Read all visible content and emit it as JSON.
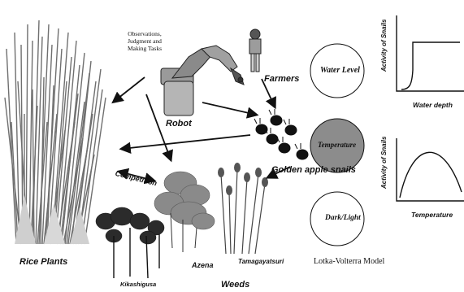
{
  "labels": {
    "observations": "Observations, Judgment and Making Tasks",
    "robot": "Robot",
    "farmers": "Farmers",
    "golden_apple_snails": "Golden apple snails",
    "competition": "Competition",
    "rice_plants": "Rice Plants",
    "azena": "Azena",
    "tamagayatsuri": "Tamagayatsuri",
    "kikashigusa": "Kikashigusa",
    "weeds": "Weeds",
    "water_level": "Water Level",
    "temperature_circle": "Temperature",
    "dark_light": "Dark/Light",
    "model": "Lotka-Volterra Model"
  },
  "graphs": {
    "water": {
      "ylabel": "Activity of Snails",
      "xlabel": "Water depth"
    },
    "temp": {
      "ylabel": "Activity of Snails",
      "xlabel": "Temperature"
    }
  },
  "colors": {
    "ink": "#111111",
    "circle_fill_dark": "#8c8c8c",
    "plant": "#7a7a7a"
  }
}
